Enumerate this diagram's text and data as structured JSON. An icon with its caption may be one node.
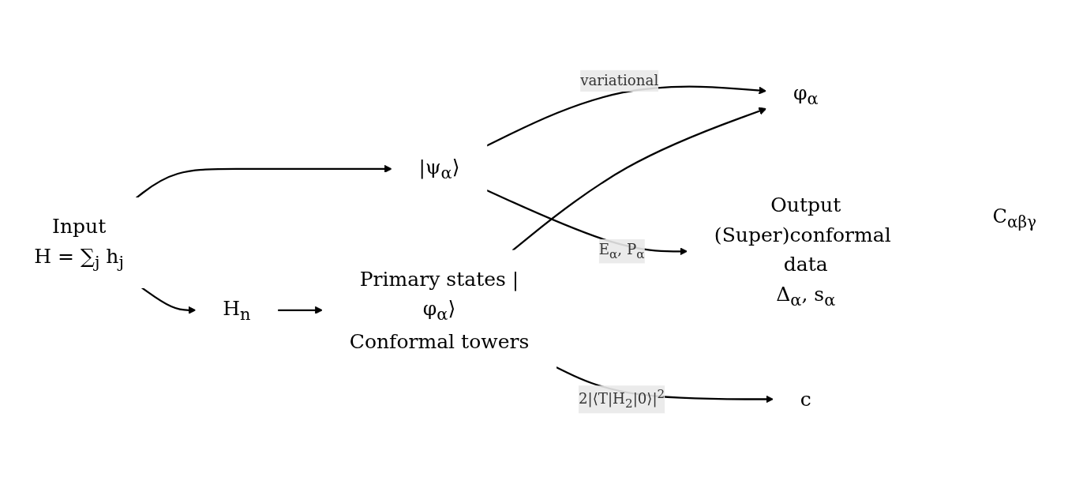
{
  "diagram": {
    "nodes": [
      {
        "text": [
          "Input",
          "H = ∑$_{j}$ h$_{j}$"
        ]
      },
      {
        "text": [
          "|ψ$_{α}$⟩"
        ]
      },
      {
        "text": [
          "φ$_{α}$"
        ]
      },
      {
        "text": [
          "H$_{n}$"
        ]
      },
      {
        "text": [
          "Primary states |φ$_{α}$⟩",
          "Conformal towers"
        ]
      },
      {
        "text": [
          "c"
        ]
      },
      {
        "text": [
          "Output",
          "(Super)conformal data",
          "Δ$_{α}$, s$_{α}$"
        ]
      }
    ],
    "edges": [
      {
        "from": 0,
        "to": 1,
        "arrow": "to"
      },
      {
        "from": 1,
        "to": 2,
        "arrow": "to",
        "label": "variational"
      },
      {
        "from": 1,
        "to": 6,
        "arrow": "to",
        "label": "E$_{α}$, P$_{α}$"
      },
      {
        "from": 0,
        "to": 3,
        "arrow": "to"
      },
      {
        "from": 3,
        "to": 4,
        "arrow": "to"
      },
      {
        "from": 4,
        "to": 2,
        "arrow": "to"
      },
      {
        "from": 4,
        "to": 5,
        "arrow": "to",
        "label": "2|⟨T|H$_{2}$|0⟩|$^{2}$"
      }
    ],
    "labels": [
      "C$_{αβγ}$"
    ]
  }
}
